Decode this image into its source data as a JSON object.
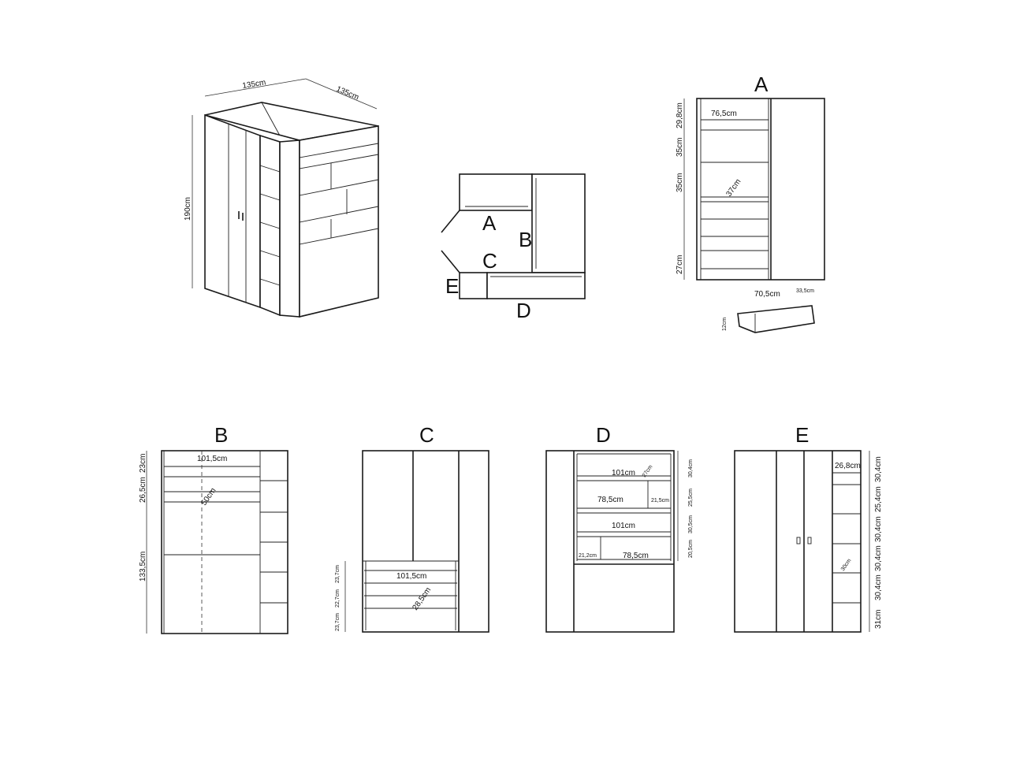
{
  "iso": {
    "width": "135cm",
    "depth": "135cm",
    "height": "190cm"
  },
  "plan": {
    "labels": [
      "A",
      "B",
      "C",
      "D",
      "E"
    ]
  },
  "panelA": {
    "title": "A",
    "width": "76,5cm",
    "depth": "37cm",
    "heights": [
      "29,8cm",
      "35cm",
      "35cm",
      "27cm"
    ],
    "drawer": {
      "width": "70,5cm",
      "depth": "33,5cm",
      "height": "12cm"
    }
  },
  "panelB": {
    "title": "B",
    "width": "101,5cm",
    "depth": "50cm",
    "heights": [
      "23cm",
      "26,5cm",
      "133,5cm"
    ]
  },
  "panelC": {
    "title": "C",
    "width": "101,5cm",
    "depth": "28,5cm",
    "heights": [
      "23,7cm",
      "22,7cm",
      "23,7cm"
    ]
  },
  "panelD": {
    "title": "D",
    "w1": "101cm",
    "w2": "78,5cm",
    "w3": "101cm",
    "w4": "78,5cm",
    "depth": "27cm",
    "small1": "21,5cm",
    "small2": "21,2cm",
    "heights": [
      "30,4cm",
      "25,5cm",
      "30,5cm",
      "20,5cm"
    ]
  },
  "panelE": {
    "title": "E",
    "width": "26,8cm",
    "depth": "30cm",
    "heights": [
      "30,4cm",
      "25,4cm",
      "30,4cm",
      "30,4cm",
      "30,4cm",
      "31cm"
    ]
  }
}
